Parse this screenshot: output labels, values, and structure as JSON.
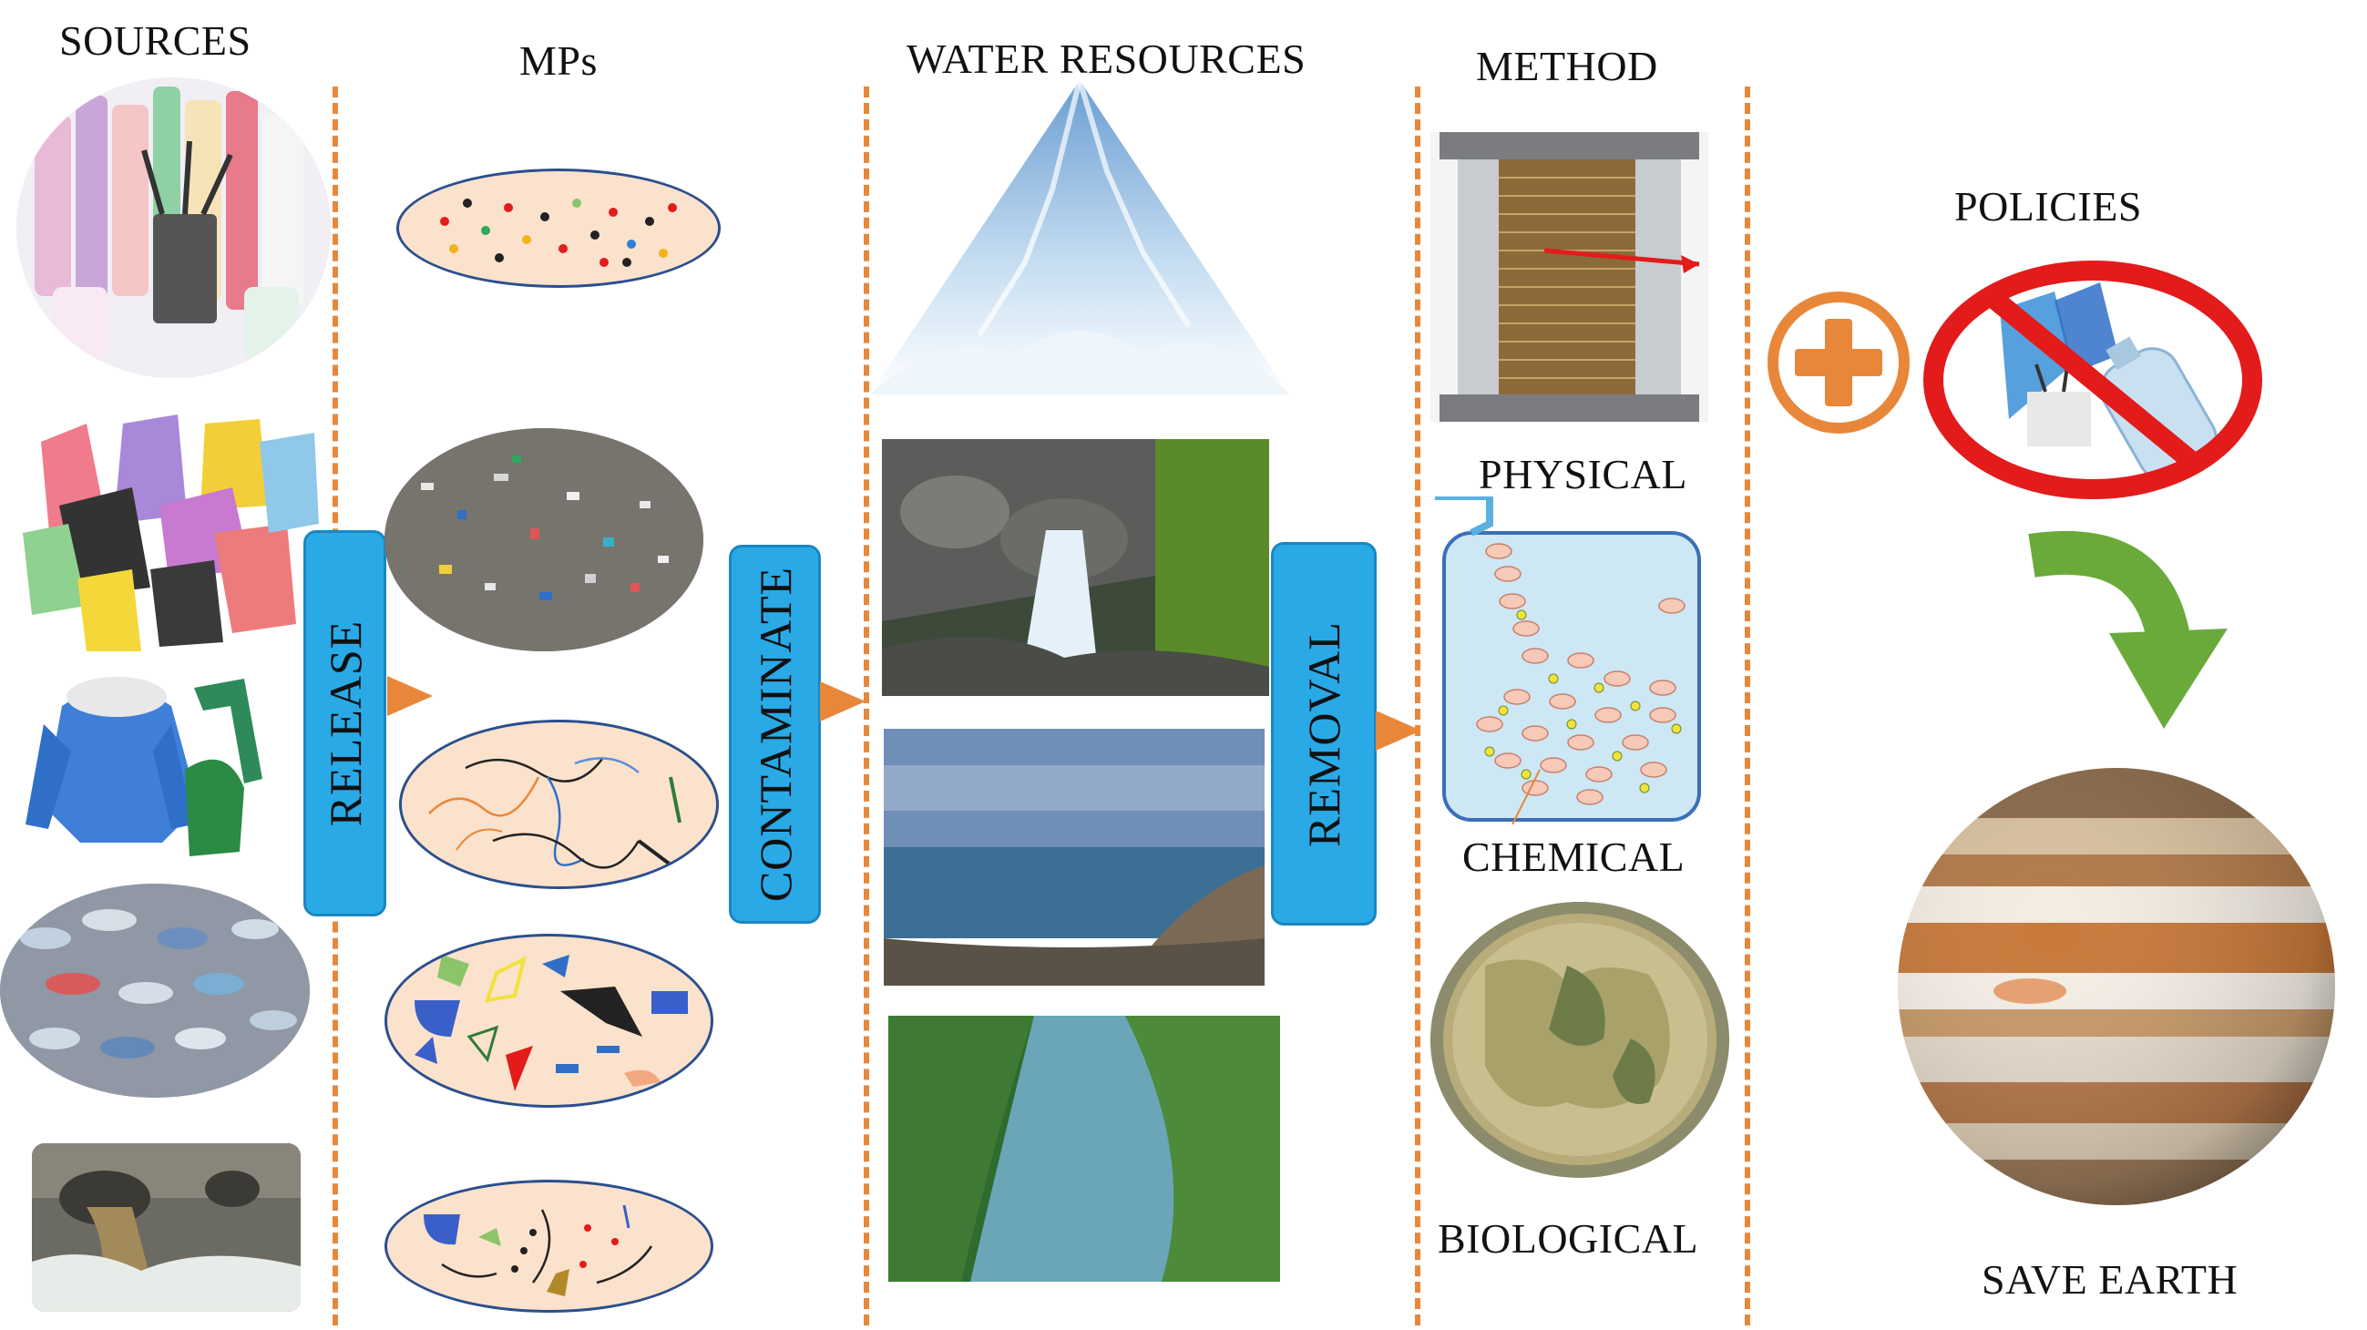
{
  "headers": {
    "sources": "SOURCES",
    "mps": "MPs",
    "water_resources": "WATER RESOURCES",
    "method": "METHOD",
    "policies": "POLICIES"
  },
  "steps": {
    "release": "RELEASE",
    "contaminate": "CONTAMINATE",
    "removal": "REMOVAL"
  },
  "methods": {
    "physical": "PHYSICAL",
    "chemical": "CHEMICAL",
    "biological": "BIOLOGICAL"
  },
  "footer": {
    "save_earth": "SAVE EARTH"
  },
  "icons": [
    "plus-icon",
    "no-plastic-icon",
    "curved-arrow-icon",
    "planet-icon"
  ],
  "colors": {
    "accent_orange": "#e8873a",
    "step_box_blue": "#29a9e6",
    "ban_red": "#e31b1b",
    "arrow_green": "#6aaa3a"
  }
}
